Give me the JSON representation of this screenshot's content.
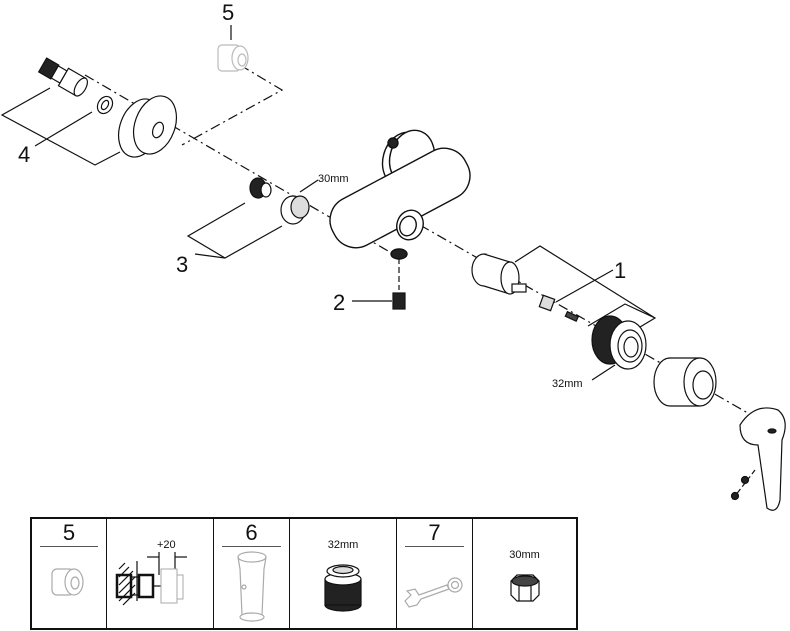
{
  "diagram": {
    "title": "Exploded parts view – single-lever shower mixer",
    "callouts": [
      {
        "id": "1",
        "label": "1"
      },
      {
        "id": "2",
        "label": "2"
      },
      {
        "id": "3",
        "label": "3"
      },
      {
        "id": "4",
        "label": "4"
      },
      {
        "id": "5",
        "label": "5"
      }
    ],
    "dimensions": {
      "nut_size": "30mm",
      "cartridge_nut_size": "32mm"
    },
    "colors": {
      "line": "#111111",
      "ghost": "#bbbbbb"
    }
  },
  "table": {
    "cells": [
      {
        "number": "5",
        "caption": "",
        "icon": "extension-adapter-icon"
      },
      {
        "number": "",
        "caption": "+20",
        "icon": "wall-extension-diagram-icon"
      },
      {
        "number": "6",
        "caption": "",
        "icon": "sleeve-tool-icon"
      },
      {
        "number": "",
        "caption": "32mm",
        "icon": "cartridge-nut-icon"
      },
      {
        "number": "7",
        "caption": "",
        "icon": "wrench-icon"
      },
      {
        "number": "",
        "caption": "30mm",
        "icon": "hex-nut-icon"
      }
    ]
  }
}
